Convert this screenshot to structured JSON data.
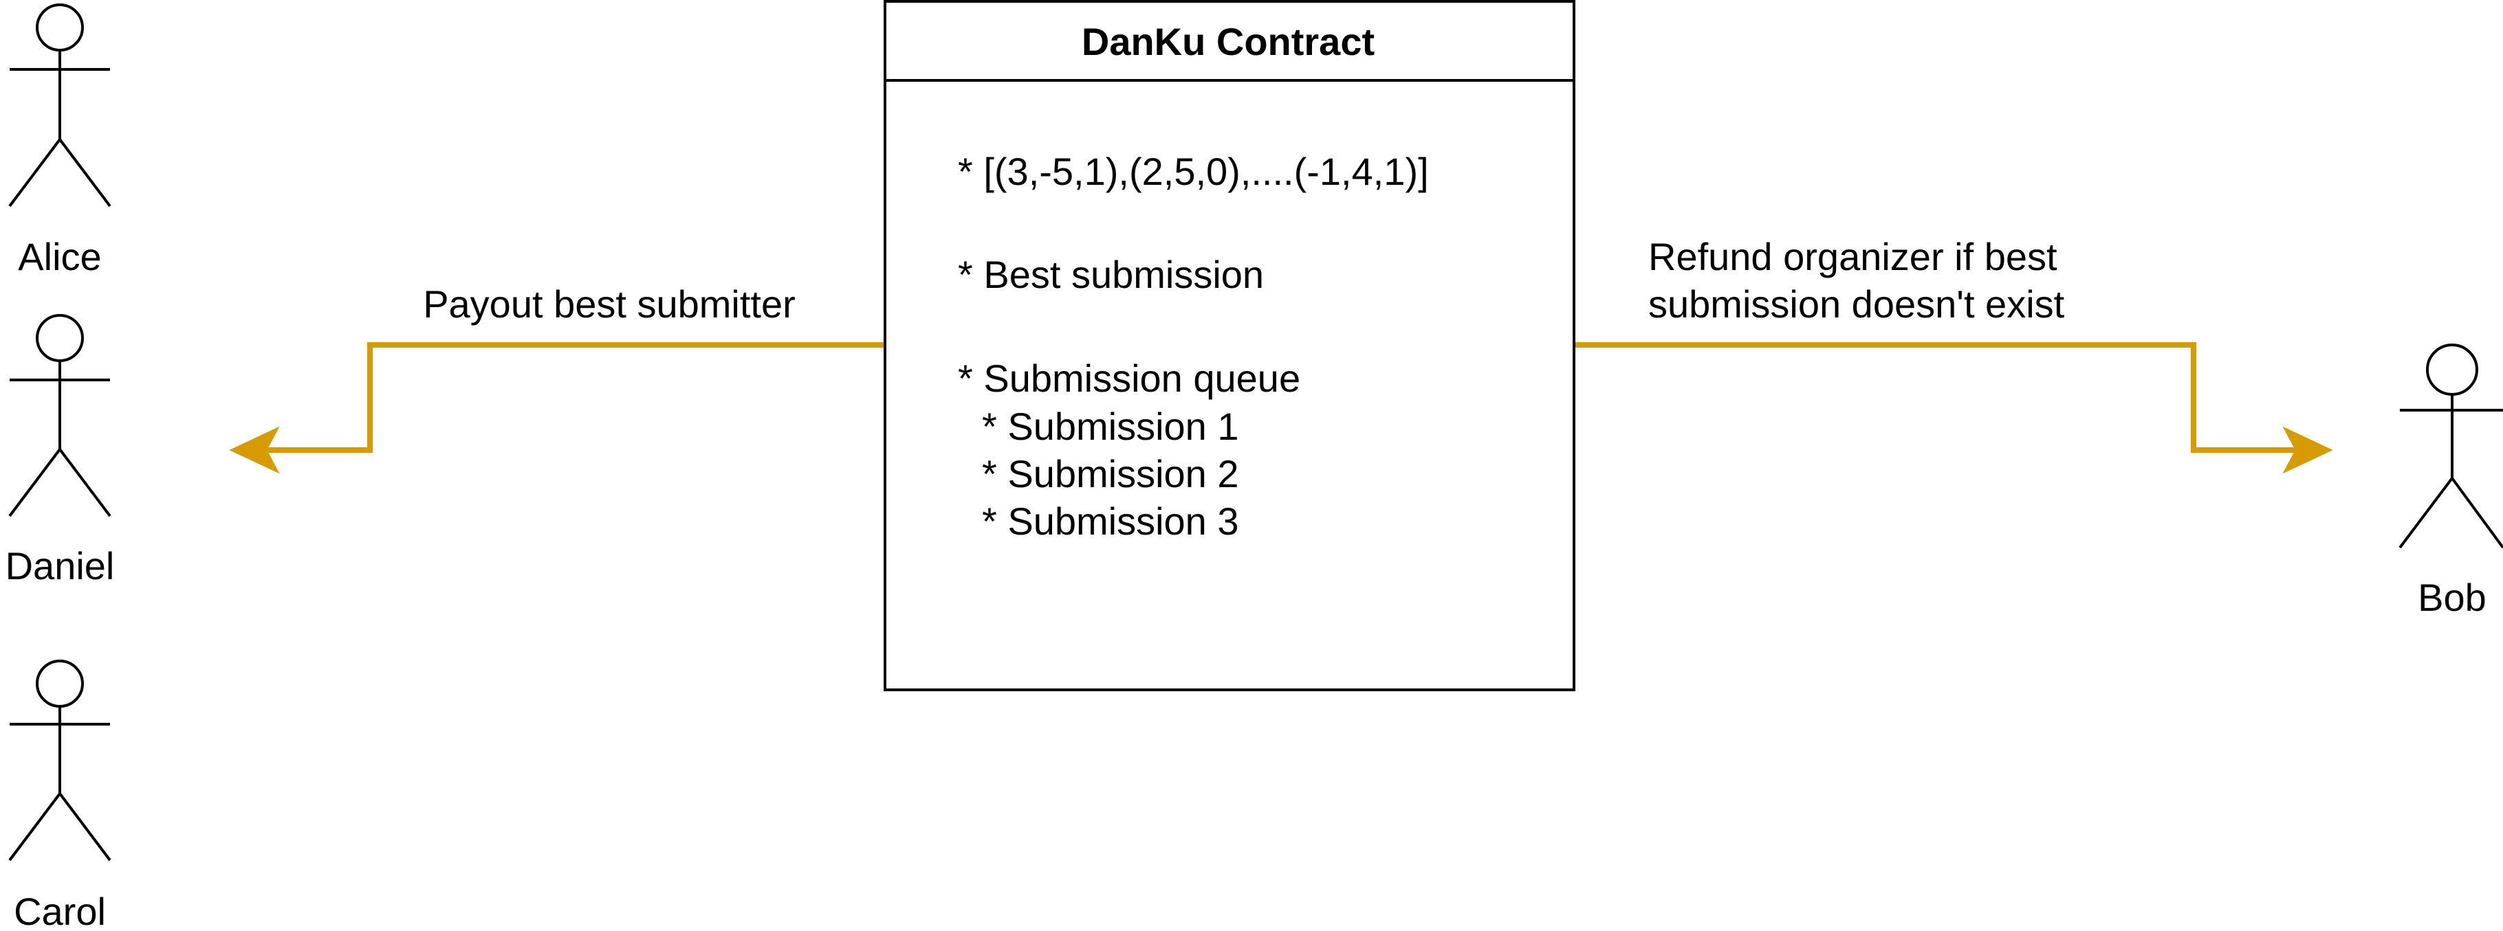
{
  "contract": {
    "title": "DanKu Contract",
    "lines": [
      "* [(3,-5,1),(2,5,0),....(-1,4,1)]",
      "* Best submission",
      "* Submission queue",
      "* Submission 1",
      "* Submission 2",
      "* Submission 3"
    ]
  },
  "actors": {
    "alice": "Alice",
    "daniel": "Daniel",
    "carol": "Carol",
    "bob": "Bob"
  },
  "edges": {
    "payout": {
      "label": "Payout best submitter"
    },
    "refund": {
      "label_lines": [
        "Refund organizer if best",
        "submission doesn't exist"
      ]
    }
  },
  "colors": {
    "arrow": "#D79B00",
    "stroke": "#000000",
    "background": "#FFFFFF"
  }
}
